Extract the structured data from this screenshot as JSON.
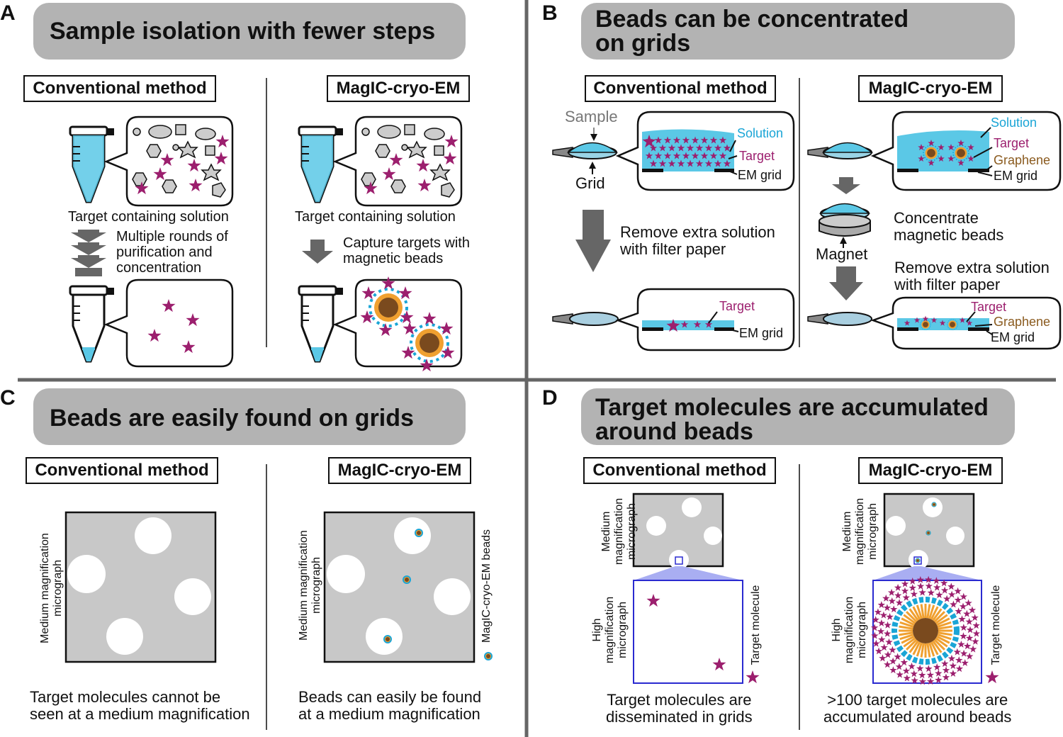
{
  "panels": {
    "A": {
      "letter": "A",
      "title": "Sample isolation with fewer steps",
      "conventional_label": "Conventional method",
      "magic_label": "MagIC-cryo-EM",
      "conv_solution_caption": "Target containing solution",
      "conv_step_text": "Multiple rounds of\npurification and\nconcentration",
      "magic_solution_caption": "Target containing solution",
      "magic_step_text": "Capture targets with\nmagnetic beads"
    },
    "B": {
      "letter": "B",
      "title": "Beads can be concentrated\non grids",
      "conventional_label": "Conventional method",
      "magic_label": "MagIC-cryo-EM",
      "sample_label": "Sample",
      "grid_label": "Grid",
      "solution_label": "Solution",
      "target_label": "Target",
      "emgrid_label": "EM grid",
      "graphene_label": "Graphene",
      "conv_step_text": "Remove extra solution\nwith filter paper",
      "concentrate_text": "Concentrate\nmagnetic beads",
      "magnet_label": "Magnet",
      "magic_step_text": "Remove extra solution\nwith filter paper"
    },
    "C": {
      "letter": "C",
      "title": "Beads are easily found on grids",
      "conventional_label": "Conventional method",
      "magic_label": "MagIC-cryo-EM",
      "micrograph_label": "Medium magnification\nmicrograph",
      "beads_label": "MagIC-cryo-EM beads",
      "conv_caption": "Target molecules cannot be\nseen at a medium magnification",
      "magic_caption": "Beads can easily be found\nat a medium magnification"
    },
    "D": {
      "letter": "D",
      "title": "Target molecules are accumulated\naround beads",
      "conventional_label": "Conventional method",
      "magic_label": "MagIC-cryo-EM",
      "medium_label": "Medium\nmagnification\nmicrograph",
      "high_label": "High\nmagnification\nmicrograph",
      "target_molecule_label": "Target molecule",
      "conv_caption": "Target molecules are\ndisseminated in grids",
      "magic_caption": ">100 target molecules are\naccumulated around beads"
    }
  },
  "colors": {
    "banner": "#b3b3b3",
    "target_star": "#9c1f6e",
    "solution": "#5bc8e6",
    "solution_label": "#1aa5d6",
    "graphene_label": "#8a5a1e",
    "bead_core": "#7a4a1e",
    "bead_spokes": "#f0a030",
    "arrow": "#666666",
    "micrograph": "#c8c8c8",
    "zoom_frame": "#2a2ad0"
  }
}
